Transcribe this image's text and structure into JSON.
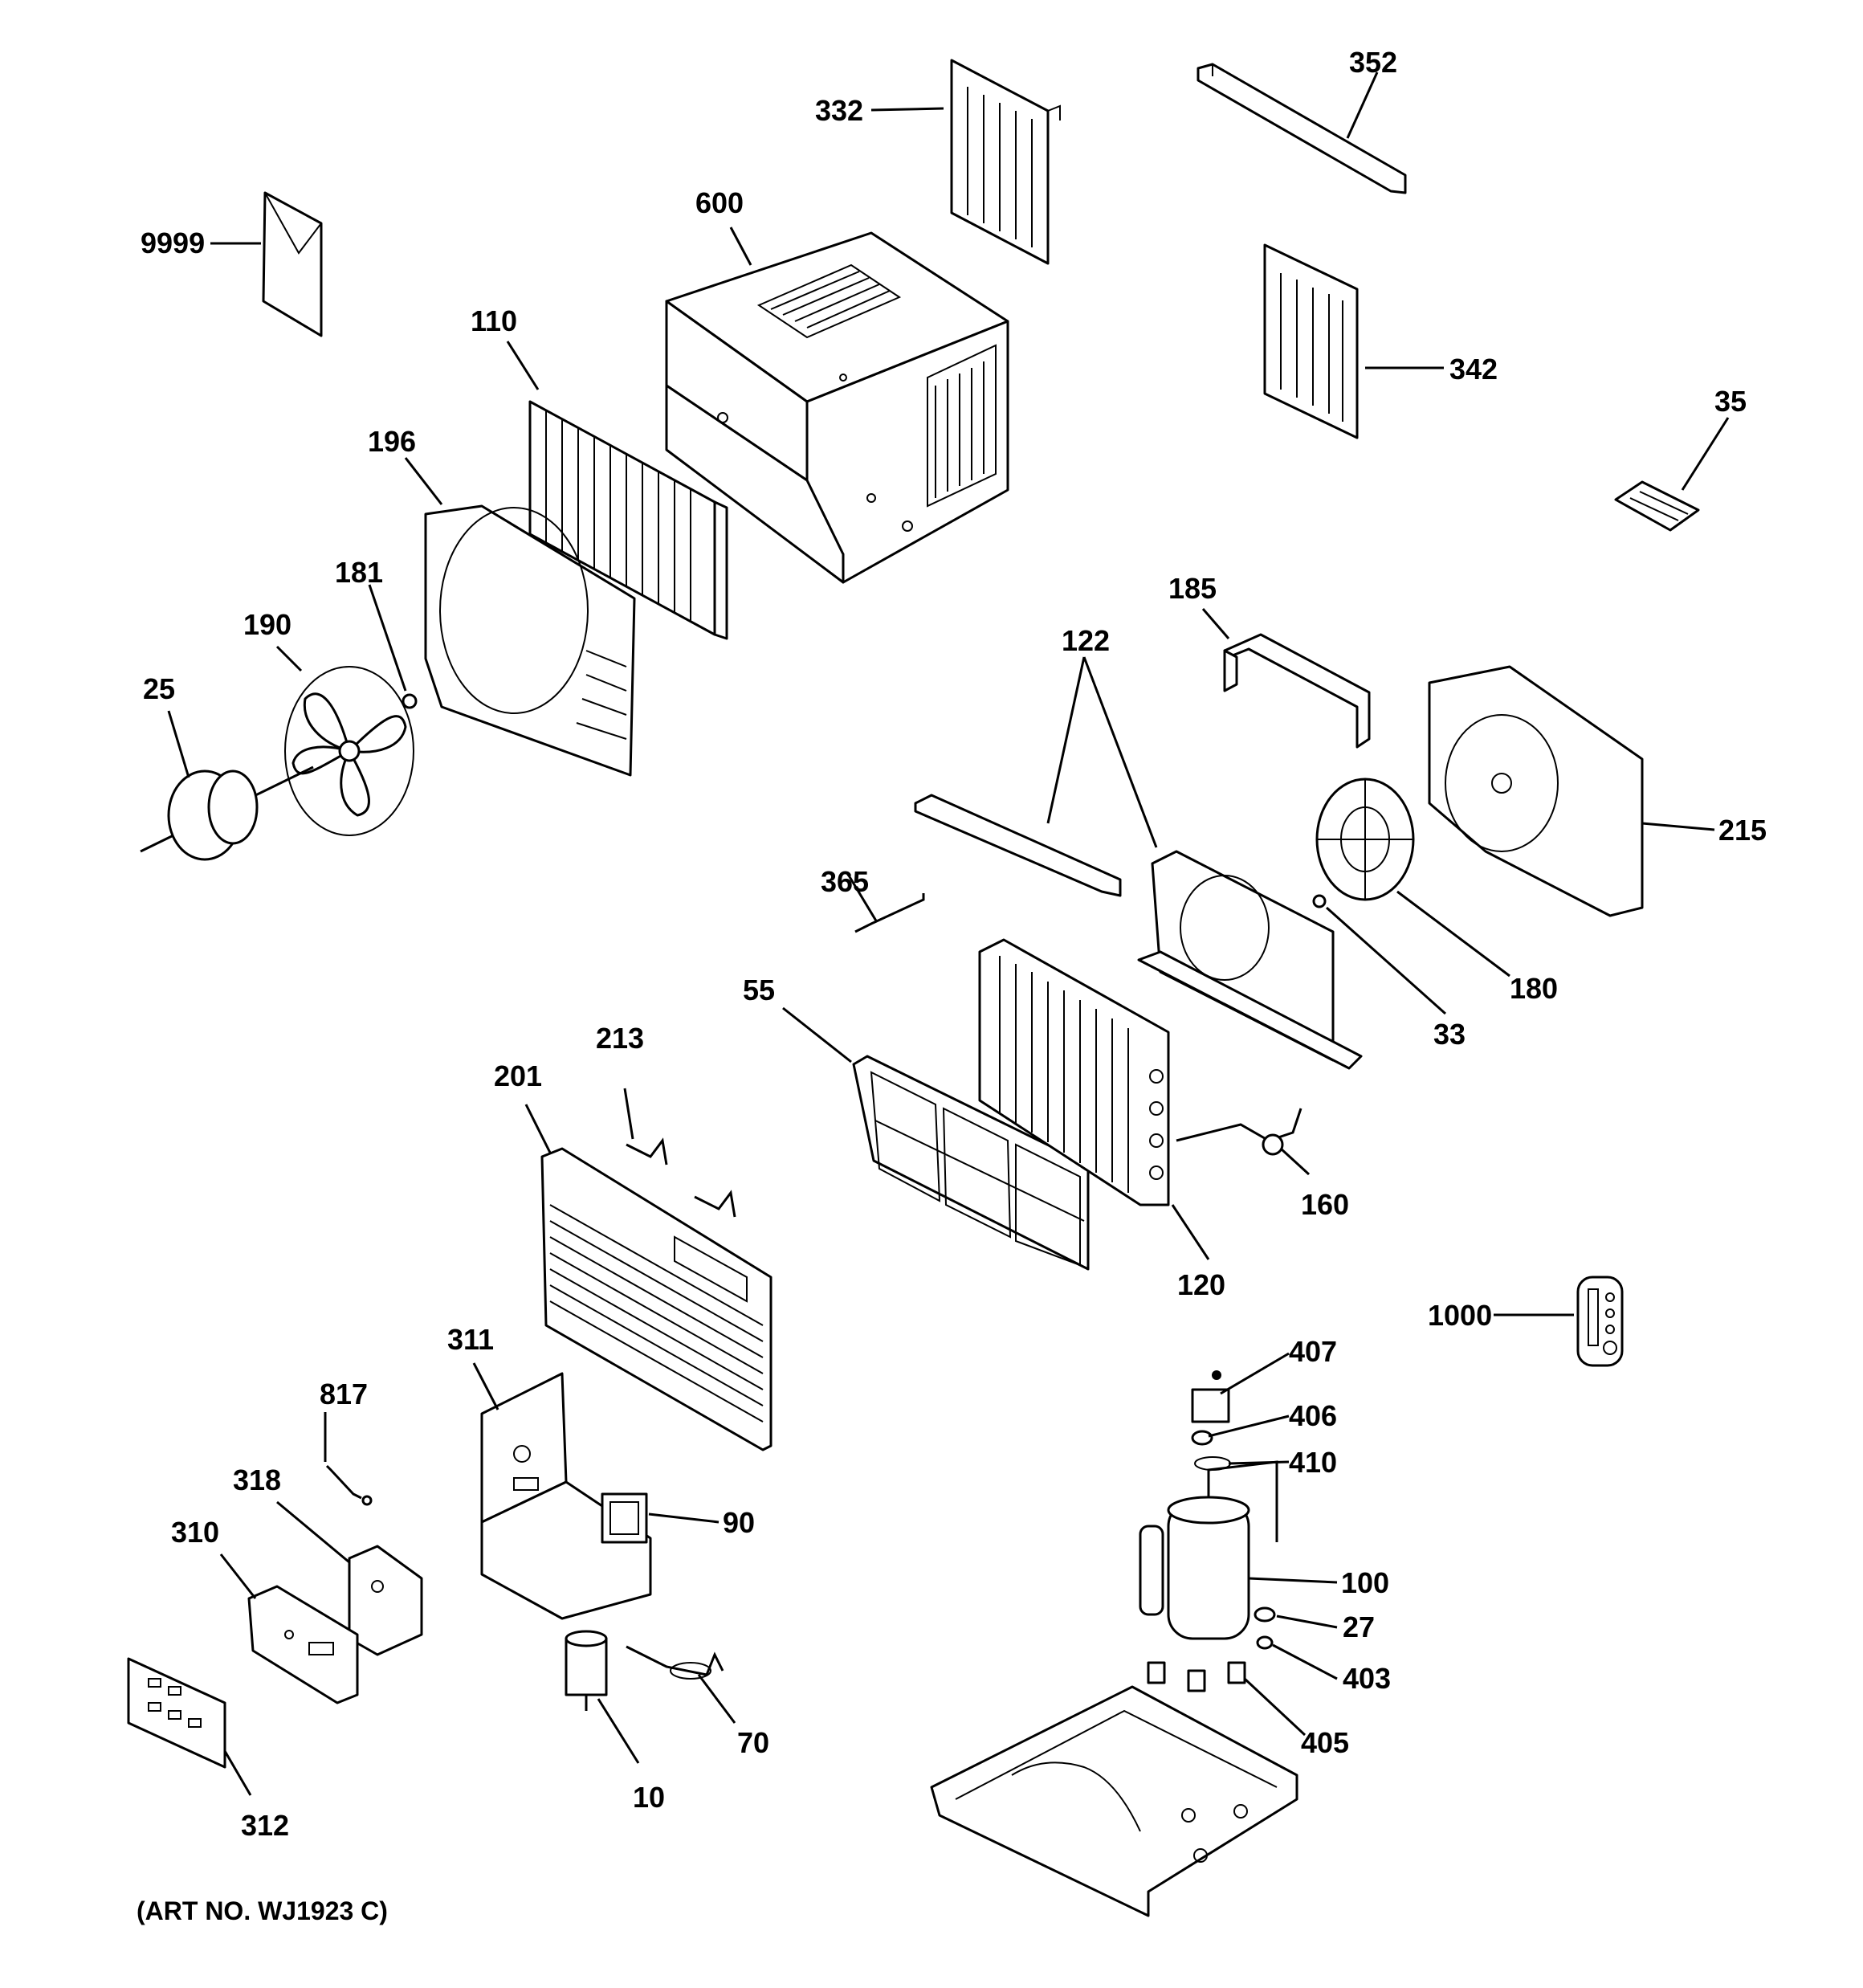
{
  "parts": {
    "p9999": "9999",
    "p332": "332",
    "p352": "352",
    "p600": "600",
    "p342": "342",
    "p35": "35",
    "p110": "110",
    "p196": "196",
    "p181": "181",
    "p190": "190",
    "p25": "25",
    "p185": "185",
    "p122": "122",
    "p215": "215",
    "p365": "365",
    "p33": "33",
    "p180": "180",
    "p55": "55",
    "p213": "213",
    "p201": "201",
    "p160": "160",
    "p120": "120",
    "p1000": "1000",
    "p311": "311",
    "p817": "817",
    "p407": "407",
    "p406": "406",
    "p410": "410",
    "p318": "318",
    "p90": "90",
    "p310": "310",
    "p100": "100",
    "p27": "27",
    "p403": "403",
    "p70": "70",
    "p405": "405",
    "p10": "10",
    "p312": "312"
  },
  "footer": {
    "art_no": "(ART NO. WJ1923 C)"
  }
}
